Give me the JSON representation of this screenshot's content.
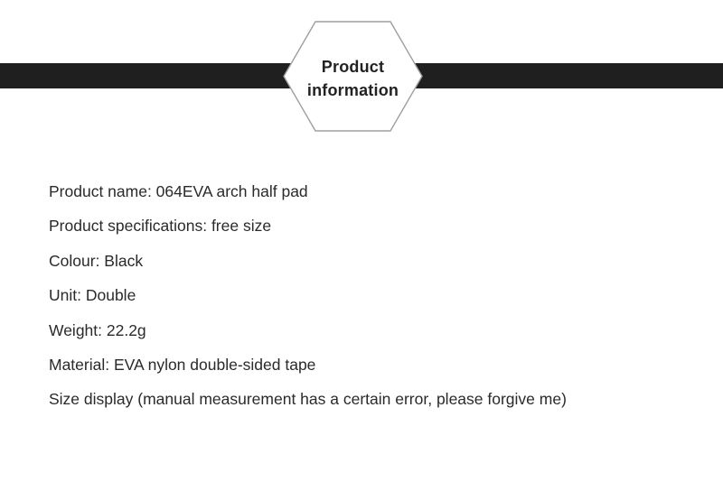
{
  "badge": {
    "title_line1": "Product",
    "title_line2": "information"
  },
  "product_info": {
    "lines": [
      "Product name: 064EVA arch half pad",
      "Product specifications: free size",
      "Colour: Black",
      "Unit: Double",
      "Weight: 22.2g",
      "Material: EVA nylon double-sided tape",
      "Size display (manual measurement has a certain error, please forgive me)"
    ]
  },
  "colors": {
    "ribbon": "#1f1f1f",
    "hexagon_border": "#9f9f9f",
    "hexagon_fill": "#ffffff",
    "text": "#2a2a2a",
    "background": "#ffffff"
  }
}
